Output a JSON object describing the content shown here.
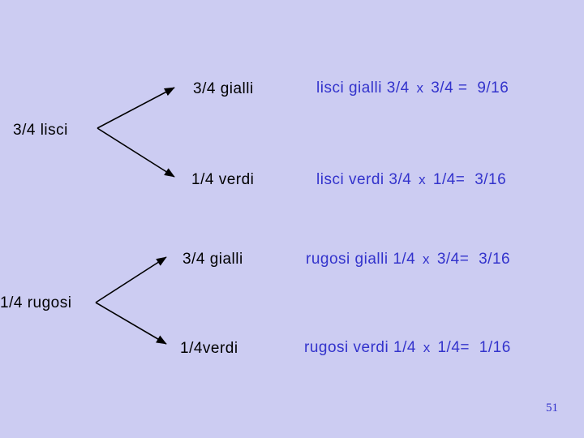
{
  "slide": {
    "background_color": "#ccccf2",
    "text_color": "#000000",
    "accent_color": "#3333cc",
    "page_number": "51"
  },
  "tree": {
    "roots": [
      {
        "label": "3/4 lisci"
      },
      {
        "label": "1/4 rugosi"
      }
    ],
    "branches": [
      {
        "label": "3/4 gialli"
      },
      {
        "label": "1/4 verdi"
      },
      {
        "label": "3/4 gialli"
      },
      {
        "label": "1/4verdi"
      }
    ],
    "results": [
      {
        "name": "lisci gialli",
        "factor1": "3/4",
        "operator": "x",
        "factor2": "3/4 =",
        "product": "9/16"
      },
      {
        "name": "lisci verdi",
        "factor1": "3/4",
        "operator": "x",
        "factor2": "1/4=",
        "product": "3/16"
      },
      {
        "name": "rugosi gialli",
        "factor1": "1/4",
        "operator": "x",
        "factor2": "3/4=",
        "product": "3/16"
      },
      {
        "name": "rugosi verdi",
        "factor1": "1/4",
        "operator": "x",
        "factor2": "1/4=",
        "product": "1/16"
      }
    ]
  }
}
